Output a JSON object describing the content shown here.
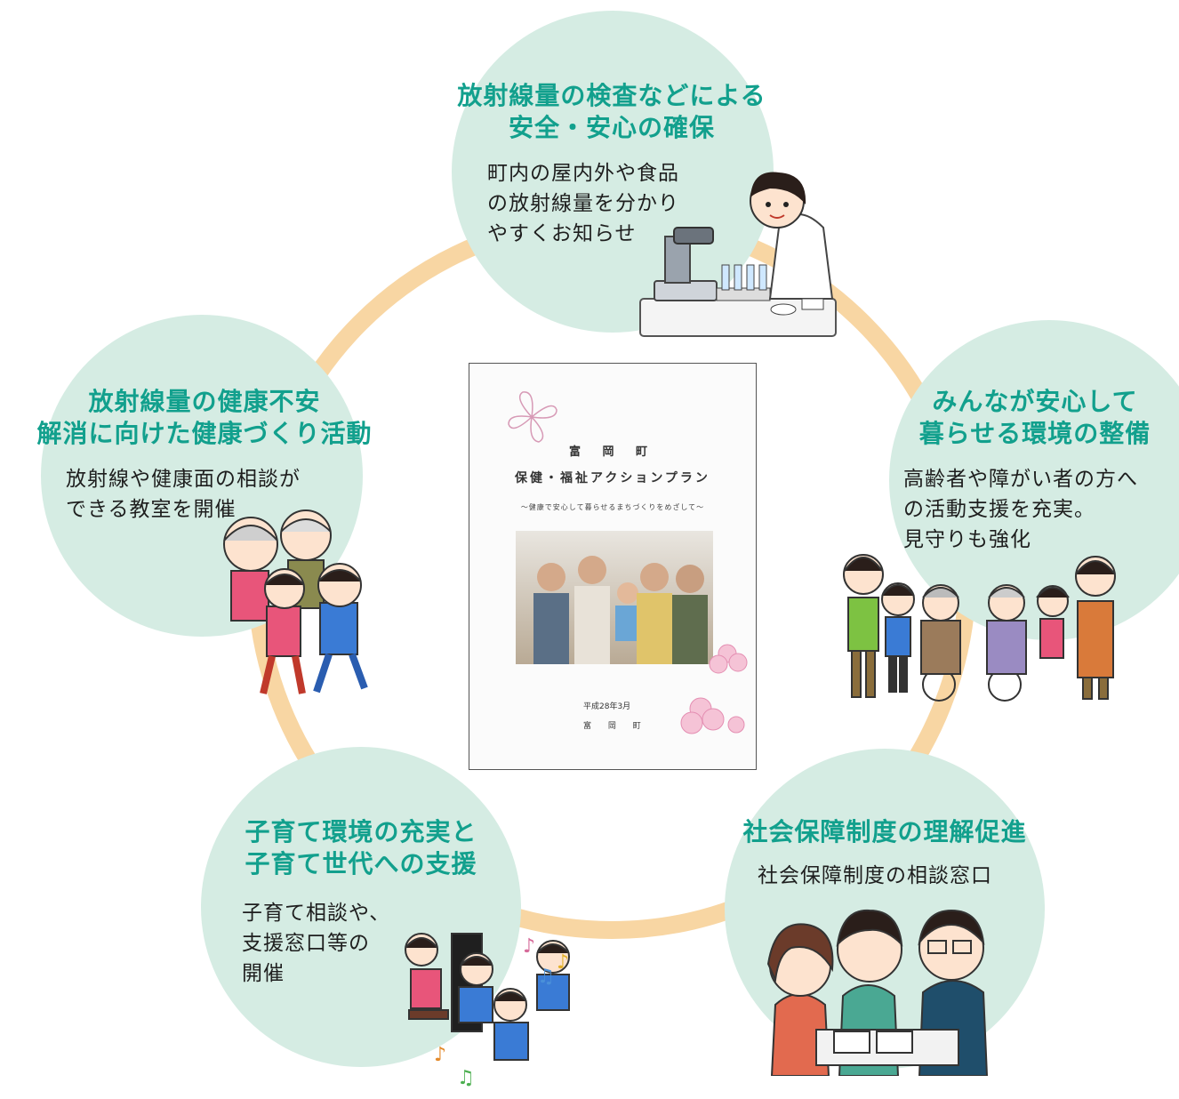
{
  "bubbles": {
    "top": {
      "title": [
        "放射線量の検査などによる",
        "安全・安心の確保"
      ],
      "body": [
        "町内の屋内外や食品",
        "の放射線量を分かり",
        "やすくお知らせ"
      ]
    },
    "right": {
      "title": [
        "みんなが安心して",
        "暮らせる環境の整備"
      ],
      "body": [
        "高齢者や障がい者の方へ",
        "の活動支援を充実。",
        "見守りも強化"
      ]
    },
    "bottom_right": {
      "title": [
        "社会保障制度の理解促進"
      ],
      "body": [
        "社会保障制度の相談窓口"
      ]
    },
    "bottom_left": {
      "title": [
        "子育て環境の充実と",
        "子育て世代への支援"
      ],
      "body": [
        "子育て相談や、",
        "支援窓口等の",
        "開催"
      ]
    },
    "left": {
      "title": [
        "放射線量の健康不安",
        "解消に向けた健康づくり活動"
      ],
      "body": [
        "放射線や健康面の相談が",
        "できる教室を開催"
      ]
    }
  },
  "booklet": {
    "town": "富 岡 町",
    "title": "保健・福祉アクションプラン",
    "subtitle": "～健康で安心して暮らせるまちづくりをめざして～",
    "date": "平成28年3月",
    "town_footer": "富 岡 町"
  },
  "colors": {
    "ring": "#f8d6a3",
    "bubble": "#d5ece3",
    "title": "#12a08d",
    "body": "#1e1e1e"
  },
  "icons": {
    "top": "scientist-microscope-illustration",
    "right": "caregivers-wheelchair-illustration",
    "bottom_right": "consultation-counter-illustration",
    "bottom_left": "children-piano-singing-illustration",
    "left": "elderly-children-jogging-illustration"
  }
}
